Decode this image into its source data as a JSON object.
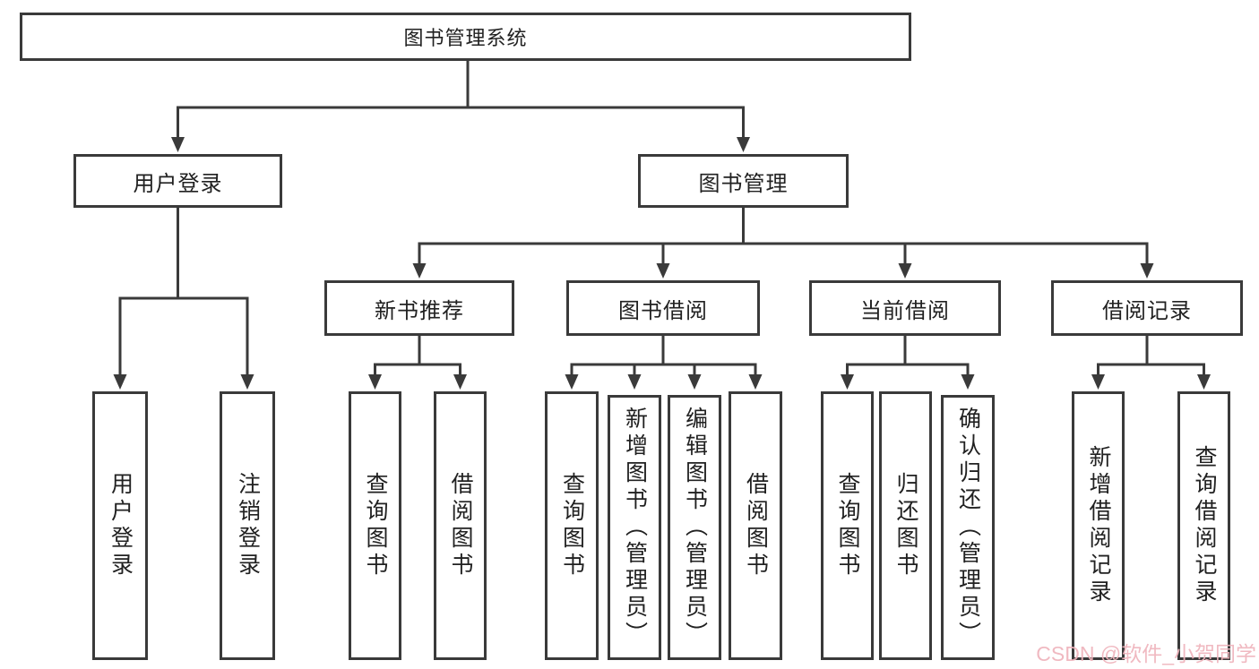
{
  "diagram": {
    "type": "hierarchy-tree",
    "tree": {
      "root": {
        "label": "图书管理系统",
        "children": [
          {
            "label": "用户登录",
            "children": [
              {
                "label": "用户登录"
              },
              {
                "label": "注销登录"
              }
            ]
          },
          {
            "label": "图书管理",
            "children": [
              {
                "label": "新书推荐",
                "children": [
                  {
                    "label": "查询图书"
                  },
                  {
                    "label": "借阅图书"
                  }
                ]
              },
              {
                "label": "图书借阅",
                "children": [
                  {
                    "label": "查询图书"
                  },
                  {
                    "label": "新增图书（管理员）"
                  },
                  {
                    "label": "编辑图书（管理员）"
                  },
                  {
                    "label": "借阅图书"
                  }
                ]
              },
              {
                "label": "当前借阅",
                "children": [
                  {
                    "label": "查询图书"
                  },
                  {
                    "label": "归还图书"
                  },
                  {
                    "label": "确认归还（管理员）"
                  }
                ]
              },
              {
                "label": "借阅记录",
                "children": [
                  {
                    "label": "新增借阅记录"
                  },
                  {
                    "label": "查询借阅记录"
                  }
                ]
              }
            ]
          }
        ]
      }
    },
    "colors": {
      "line": "#3a3a3a",
      "box_border": "#3a3a3a",
      "box_background": "#ffffff",
      "text": "#212121",
      "watermark": "#efb4bc",
      "background": "#ffffff"
    }
  },
  "watermark": {
    "text": "CSDN @软件_小贺同学"
  }
}
